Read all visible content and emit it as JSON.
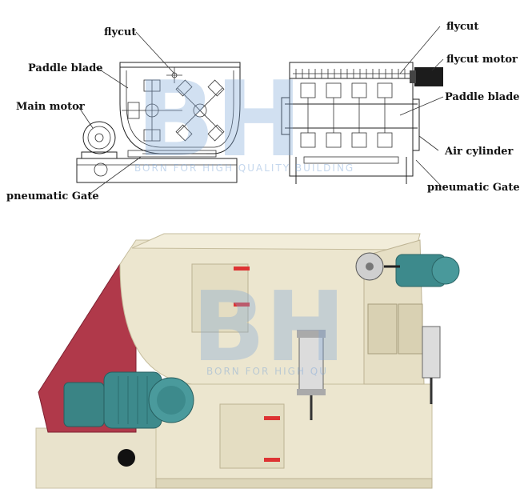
{
  "labels": {
    "flycut_left": "flycut",
    "paddle_blade_left": "Paddle blade",
    "main_motor": "Main motor",
    "pneumatic_gate_left": "pneumatic Gate",
    "flycut_right": "flycut",
    "flycut_motor": "flycut motor",
    "paddle_blade_right": "Paddle blade",
    "air_cylinder": "Air cylinder",
    "pneumatic_gate_right": "pneumatic Gate"
  },
  "watermark": {
    "logo_text": "BH",
    "tagline_top": "BORN FOR HIGH QUALITY BUILDING",
    "tagline_bottom": "BORN FOR HIGH QU"
  },
  "colors": {
    "machine_body": "#ece6cf",
    "motor": "#3d8a8c",
    "guard": "#b0394a",
    "watermark": "#7ea7d8"
  }
}
